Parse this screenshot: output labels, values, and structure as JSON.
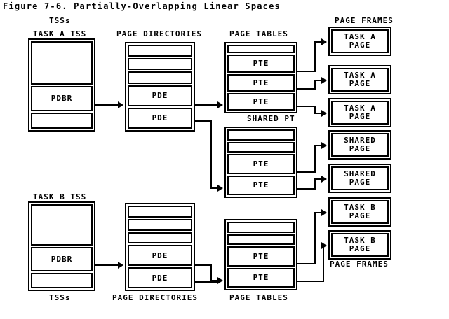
{
  "figure": {
    "title": "Figure 7-6. Partially-Overlapping Linear Spaces"
  },
  "labels": {
    "tss_top": "TSSs",
    "tss_bottom": "TSSs",
    "task_a_tss": "TASK A TSS",
    "task_b_tss": "TASK B TSS",
    "page_directories_top": "PAGE DIRECTORIES",
    "page_directories_bottom": "PAGE DIRECTORIES",
    "page_tables_top": "PAGE TABLES",
    "page_tables_bottom": "PAGE TABLES",
    "shared_pt": "SHARED PT",
    "page_frames_top": "PAGE FRAMES",
    "page_frames_bottom": "PAGE FRAMES"
  },
  "task_a_tss": {
    "cells": [
      {
        "text": ""
      },
      {
        "text": "PDBR"
      },
      {
        "text": ""
      }
    ]
  },
  "task_b_tss": {
    "cells": [
      {
        "text": ""
      },
      {
        "text": "PDBR"
      },
      {
        "text": ""
      }
    ]
  },
  "page_directory_a": {
    "cells": [
      {
        "text": ""
      },
      {
        "text": ""
      },
      {
        "text": ""
      },
      {
        "text": "PDE"
      },
      {
        "text": "PDE"
      }
    ]
  },
  "page_directory_b": {
    "cells": [
      {
        "text": ""
      },
      {
        "text": ""
      },
      {
        "text": ""
      },
      {
        "text": "PDE"
      },
      {
        "text": "PDE"
      }
    ]
  },
  "page_table_a": {
    "cells": [
      {
        "text": ""
      },
      {
        "text": "PTE"
      },
      {
        "text": "PTE"
      },
      {
        "text": "PTE"
      }
    ]
  },
  "shared_page_table": {
    "cells": [
      {
        "text": ""
      },
      {
        "text": ""
      },
      {
        "text": "PTE"
      },
      {
        "text": "PTE"
      }
    ]
  },
  "page_table_b": {
    "cells": [
      {
        "text": ""
      },
      {
        "text": ""
      },
      {
        "text": "PTE"
      },
      {
        "text": "PTE"
      }
    ]
  },
  "page_frames": [
    {
      "line1": "TASK A",
      "line2": "PAGE"
    },
    {
      "line1": "TASK A",
      "line2": "PAGE"
    },
    {
      "line1": "TASK A",
      "line2": "PAGE"
    },
    {
      "line1": "SHARED",
      "line2": "PAGE"
    },
    {
      "line1": "SHARED",
      "line2": "PAGE"
    },
    {
      "line1": "TASK B",
      "line2": "PAGE"
    },
    {
      "line1": "TASK B",
      "line2": "PAGE"
    }
  ],
  "colors": {
    "ink": "#000000",
    "background": "#ffffff"
  }
}
